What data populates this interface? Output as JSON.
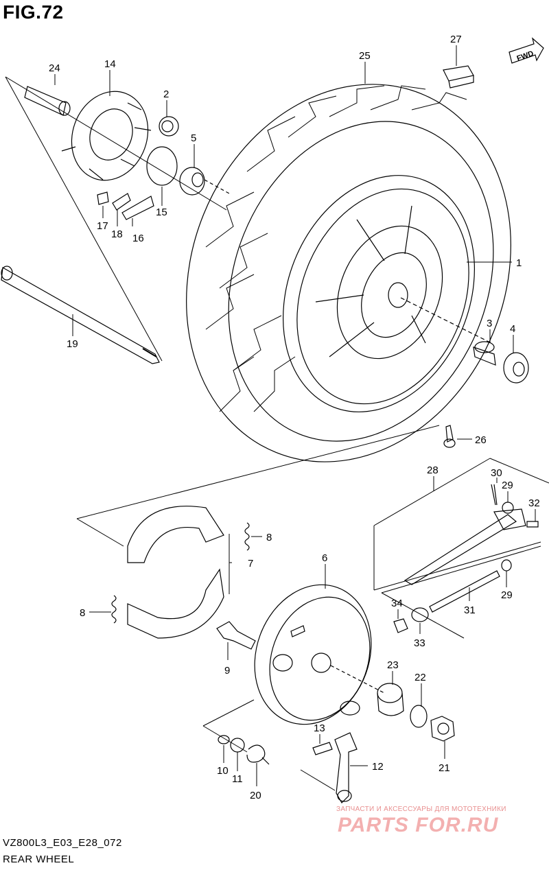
{
  "figure": {
    "title": "FIG.72"
  },
  "fwd_label": "FWD",
  "footer": {
    "model_code": "VZ800L3_E03_E28_072",
    "section_name": "REAR WHEEL"
  },
  "watermark": {
    "tagline": "ЗАПЧАСТИ И АКСЕССУАРЫ ДЛЯ МОТОТЕХНИКИ",
    "brand": "PARTS FOR.RU"
  },
  "callouts": [
    {
      "id": "c1",
      "label": "1"
    },
    {
      "id": "c2",
      "label": "2"
    },
    {
      "id": "c3",
      "label": "3"
    },
    {
      "id": "c4",
      "label": "4"
    },
    {
      "id": "c5",
      "label": "5"
    },
    {
      "id": "c6",
      "label": "6"
    },
    {
      "id": "c7",
      "label": "7"
    },
    {
      "id": "c8a",
      "label": "8"
    },
    {
      "id": "c8b",
      "label": "8"
    },
    {
      "id": "c9",
      "label": "9"
    },
    {
      "id": "c10",
      "label": "10"
    },
    {
      "id": "c11",
      "label": "11"
    },
    {
      "id": "c12",
      "label": "12"
    },
    {
      "id": "c13",
      "label": "13"
    },
    {
      "id": "c14",
      "label": "14"
    },
    {
      "id": "c15",
      "label": "15"
    },
    {
      "id": "c16",
      "label": "16"
    },
    {
      "id": "c17",
      "label": "17"
    },
    {
      "id": "c18",
      "label": "18"
    },
    {
      "id": "c19",
      "label": "19"
    },
    {
      "id": "c20",
      "label": "20"
    },
    {
      "id": "c21",
      "label": "21"
    },
    {
      "id": "c22",
      "label": "22"
    },
    {
      "id": "c23",
      "label": "23"
    },
    {
      "id": "c24",
      "label": "24"
    },
    {
      "id": "c25",
      "label": "25"
    },
    {
      "id": "c26",
      "label": "26"
    },
    {
      "id": "c27",
      "label": "27"
    },
    {
      "id": "c28",
      "label": "28"
    },
    {
      "id": "c29a",
      "label": "29"
    },
    {
      "id": "c29b",
      "label": "29"
    },
    {
      "id": "c30",
      "label": "30"
    },
    {
      "id": "c31",
      "label": "31"
    },
    {
      "id": "c32",
      "label": "32"
    },
    {
      "id": "c33",
      "label": "33"
    },
    {
      "id": "c34",
      "label": "34"
    }
  ]
}
